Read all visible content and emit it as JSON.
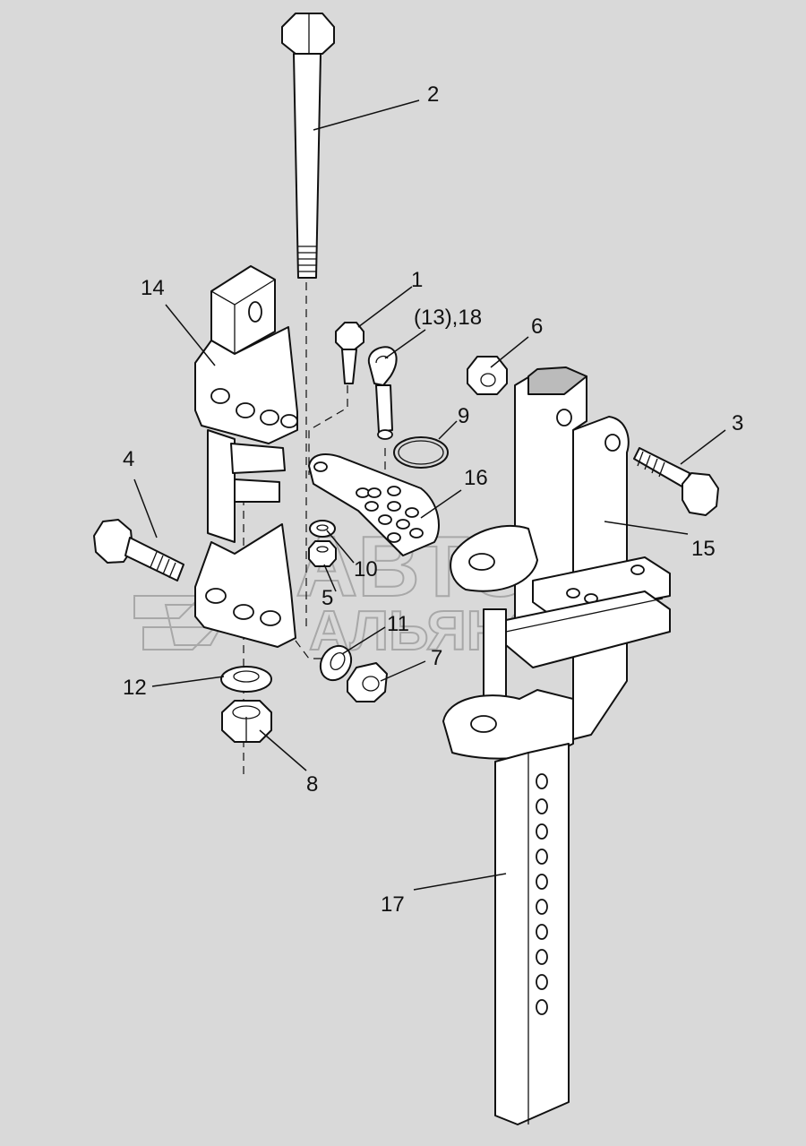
{
  "callouts": {
    "c1": "1",
    "c2": "2",
    "c3": "3",
    "c4": "4",
    "c5": "5",
    "c6": "6",
    "c7": "7",
    "c8": "8",
    "c9": "9",
    "c10": "10",
    "c11": "11",
    "c12": "12",
    "c13_18": "(13),18",
    "c14": "14",
    "c15": "15",
    "c16": "16",
    "c17": "17"
  },
  "watermark": {
    "line1": "АВТО",
    "line2": "АЛЬЯНС",
    "logo": "avto-alyans-logo"
  },
  "colors": {
    "background": "#d9d9d9",
    "part_fill": "#ffffff",
    "line": "#111111",
    "watermark": "#a8a8a8"
  }
}
